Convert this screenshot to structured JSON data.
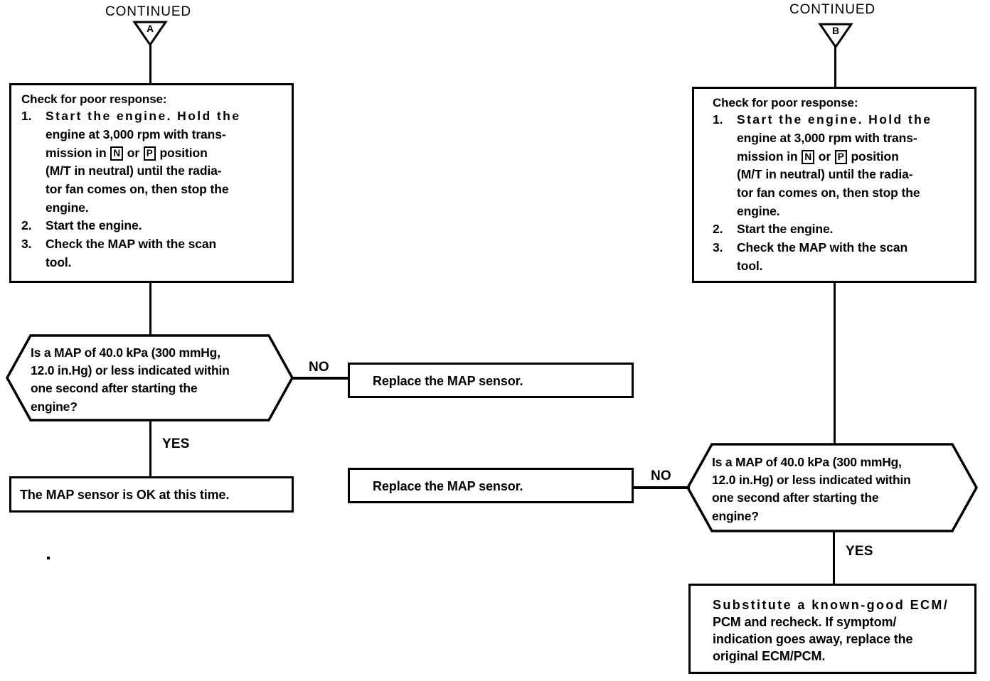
{
  "document": {
    "type": "troubleshooting-flowchart",
    "subject": "MAP sensor poor response check"
  },
  "branches": {
    "left": {
      "continued_label": "CONTINUED",
      "connector_letter": "A",
      "process_box": {
        "heading": "Check for poor response:",
        "steps": [
          {
            "number": "1.",
            "lines": [
              "Start the engine. Hold the",
              "engine at 3,000 rpm with trans-",
              "mission in [N] or [P] position",
              "(M/T in neutral) until the radia-",
              "tor fan comes on, then stop the",
              "engine."
            ],
            "text": "Start the engine. Hold the engine at 3,000 rpm with transmission in N or P position (M/T in neutral) until the radiator fan comes on, then stop the engine."
          },
          {
            "number": "2.",
            "lines": [
              "Start the engine."
            ],
            "text": "Start the engine."
          },
          {
            "number": "3.",
            "lines": [
              "Check the MAP with the scan",
              "tool."
            ],
            "text": "Check the MAP with the scan tool."
          }
        ],
        "gear_n": "N",
        "gear_p": "P"
      },
      "decision": {
        "lines": [
          "Is a MAP of 40.0 kPa (300 mmHg,",
          "12.0 in.Hg) or less indicated within",
          "one second after starting the",
          "engine?"
        ],
        "text": "Is a MAP of 40.0 kPa (300 mmHg, 12.0 in.Hg) or less indicated within one second after starting the engine?",
        "no_label": "NO",
        "yes_label": "YES"
      },
      "no_outcome": {
        "text": "Replace the MAP sensor."
      },
      "yes_outcome": {
        "text": "The MAP sensor is OK at this time."
      }
    },
    "right": {
      "continued_label": "CONTINUED",
      "connector_letter": "B",
      "process_box": {
        "heading": "Check for poor response:",
        "steps": [
          {
            "number": "1.",
            "lines": [
              "Start the engine. Hold the",
              "engine at 3,000 rpm with trans-",
              "mission in [N] or [P] position",
              "(M/T in neutral) until the radia-",
              "tor fan comes on, then stop the",
              "engine."
            ],
            "text": "Start the engine. Hold the engine at 3,000 rpm with transmission in N or P position (M/T in neutral) until the radiator fan comes on, then stop the engine."
          },
          {
            "number": "2.",
            "lines": [
              "Start the engine."
            ],
            "text": "Start the engine."
          },
          {
            "number": "3.",
            "lines": [
              "Check the MAP with the scan",
              "tool."
            ],
            "text": "Check the MAP with the scan tool."
          }
        ],
        "gear_n": "N",
        "gear_p": "P"
      },
      "decision": {
        "lines": [
          "Is a MAP of 40.0 kPa (300 mmHg,",
          "12.0 in.Hg) or less indicated within",
          "one second after starting the",
          "engine?"
        ],
        "text": "Is a MAP of 40.0 kPa (300 mmHg, 12.0 in.Hg) or less indicated within one second after starting the engine?",
        "no_label": "NO",
        "yes_label": "YES"
      },
      "no_outcome": {
        "text": "Replace the MAP sensor."
      },
      "yes_outcome": {
        "lines": [
          "Substitute a known-good ECM/",
          "PCM and recheck. If symptom/",
          "indication goes away, replace the",
          "original ECM/PCM."
        ],
        "text": "Substitute a known-good ECM/PCM and recheck. If symptom/indication goes away, replace the original ECM/PCM."
      }
    }
  },
  "colors": {
    "line": "#000000",
    "background": "#ffffff",
    "text": "#000000"
  }
}
